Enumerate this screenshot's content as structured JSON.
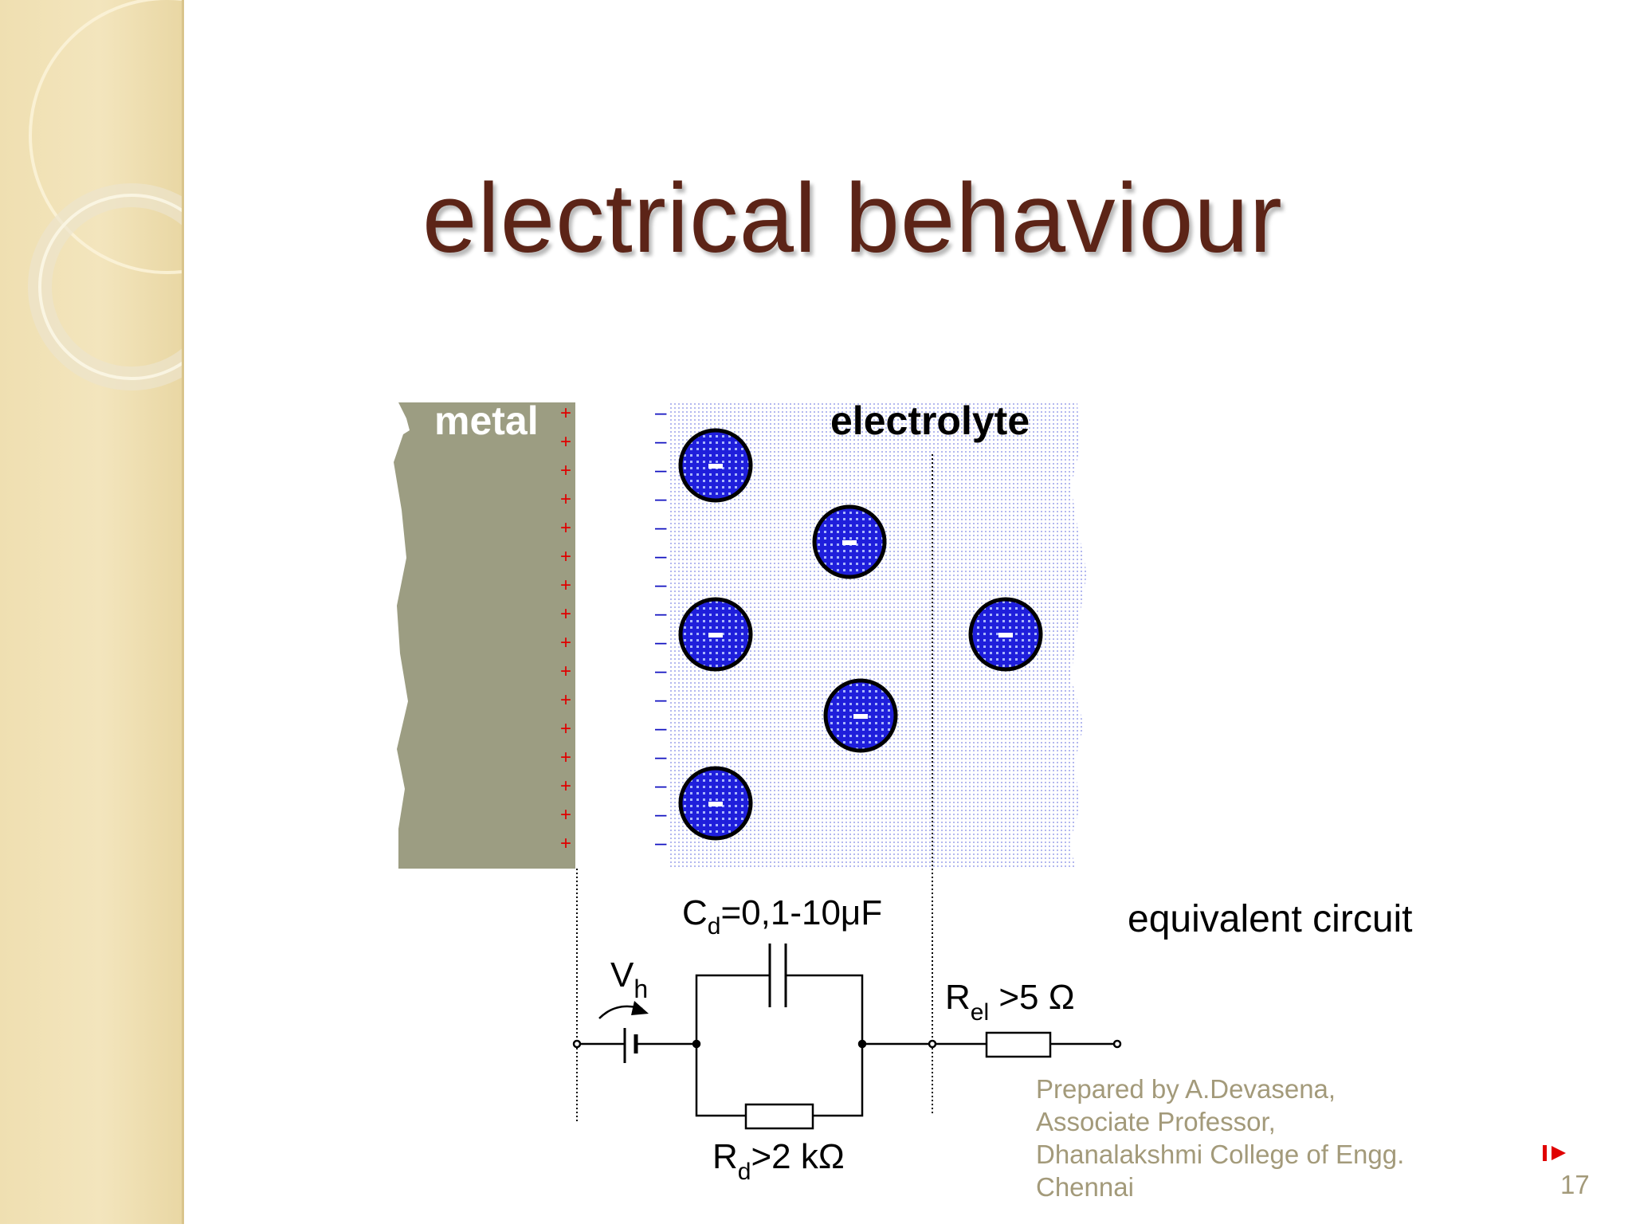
{
  "slide": {
    "title": "electrical behaviour",
    "page_number": "17"
  },
  "diagram": {
    "metal_label": "metal",
    "electrolyte_label": "electrolyte",
    "ion_symbol": "-",
    "metal_charge_symbol": "+",
    "electrolyte_charge_symbol": "–",
    "capacitor_label": "C",
    "capacitor_subscript": "d",
    "capacitor_value": "=0,1-10μF",
    "voltage_label": "V",
    "voltage_subscript": "h",
    "electrolyte_resistor_label": "R",
    "electrolyte_resistor_subscript": "el",
    "electrolyte_resistor_value": " >5 Ω",
    "double_layer_resistor_label": "R",
    "double_layer_resistor_subscript": "d",
    "double_layer_resistor_value": ">2 kΩ",
    "equivalent_circuit_label": "equivalent circuit"
  },
  "credits": {
    "line1": "Prepared by A.Devasena,",
    "line2": "Associate Professor,",
    "line3": "Dhanalakshmi College of Engg.",
    "line4": "Chennai"
  },
  "colors": {
    "title": "#5c2417",
    "side_band": "#efdfb1",
    "metal": "#9c9d82",
    "ion_fill": "#1f1fdb",
    "plus_charge": "#e00000",
    "minus_charge": "#1010c0",
    "credits": "#a39a7a",
    "nav_arrow": "#e00000"
  },
  "icons": {
    "next_slide": "play-arrow-icon"
  }
}
